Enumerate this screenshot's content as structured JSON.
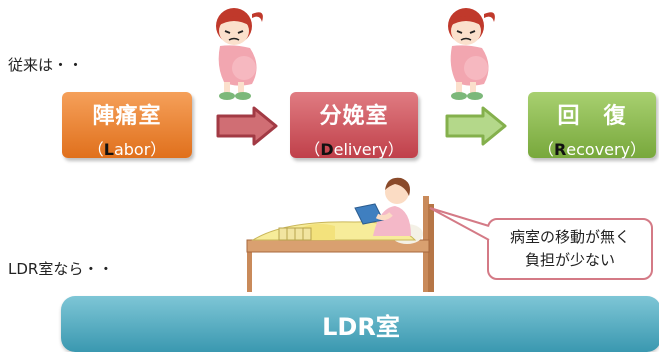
{
  "labels": {
    "before": "従来は・・",
    "ldr": "LDR室なら・・"
  },
  "stages": [
    {
      "title": "陣痛室",
      "sub_key": "L",
      "sub_rest": "abor"
    },
    {
      "title": "分娩室",
      "sub_key": "D",
      "sub_rest": "elivery"
    },
    {
      "title": "回　復",
      "sub_key": "R",
      "sub_rest": "ecovery"
    }
  ],
  "ldr_bar": "LDR室",
  "callout": {
    "line1": "病室の移動が無く",
    "line2": "負担が少ない"
  },
  "colors": {
    "labor": "#e0701c",
    "delivery": "#c0404a",
    "recovery": "#78a83c",
    "ldr": "#3a98b0",
    "callout_border": "#d47a86"
  },
  "icons": [
    "pregnant-woman-icon",
    "pregnant-woman-icon",
    "woman-in-bed-icon",
    "right-arrow-icon",
    "right-arrow-icon"
  ]
}
